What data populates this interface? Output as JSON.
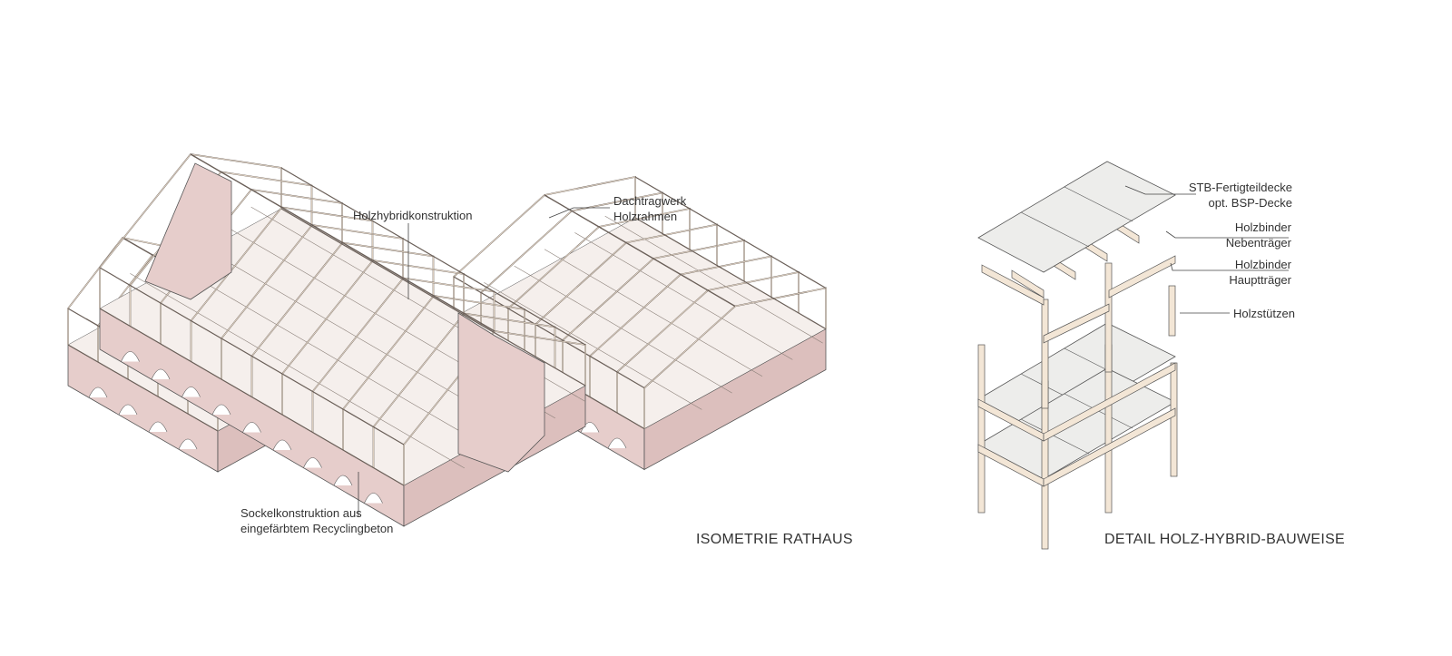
{
  "left": {
    "title": "ISOMETRIE RATHAUS",
    "labels": {
      "holzhybrid": "Holzhybridkonstruktion",
      "dach_1": "Dachtragwerk",
      "dach_2": "Holzrahmen",
      "sockel_1": "Sockelkonstruktion aus",
      "sockel_2": "eingefärbtem Recyclingbeton"
    }
  },
  "right": {
    "title": "DETAIL HOLZ-HYBRID-BAUWEISE",
    "labels": {
      "decke_1": "STB-Fertigteildecke",
      "decke_2": "opt. BSP-Decke",
      "neben_1": "Holzbinder",
      "neben_2": "Nebenträger",
      "haupt_1": "Holzbinder",
      "haupt_2": "Hauptträger",
      "stuetzen": "Holzstützen"
    }
  },
  "colors": {
    "concrete": "#e6cdcb",
    "timber": "#f3e6d6",
    "slab": "#ededeb",
    "line": "#555555"
  }
}
